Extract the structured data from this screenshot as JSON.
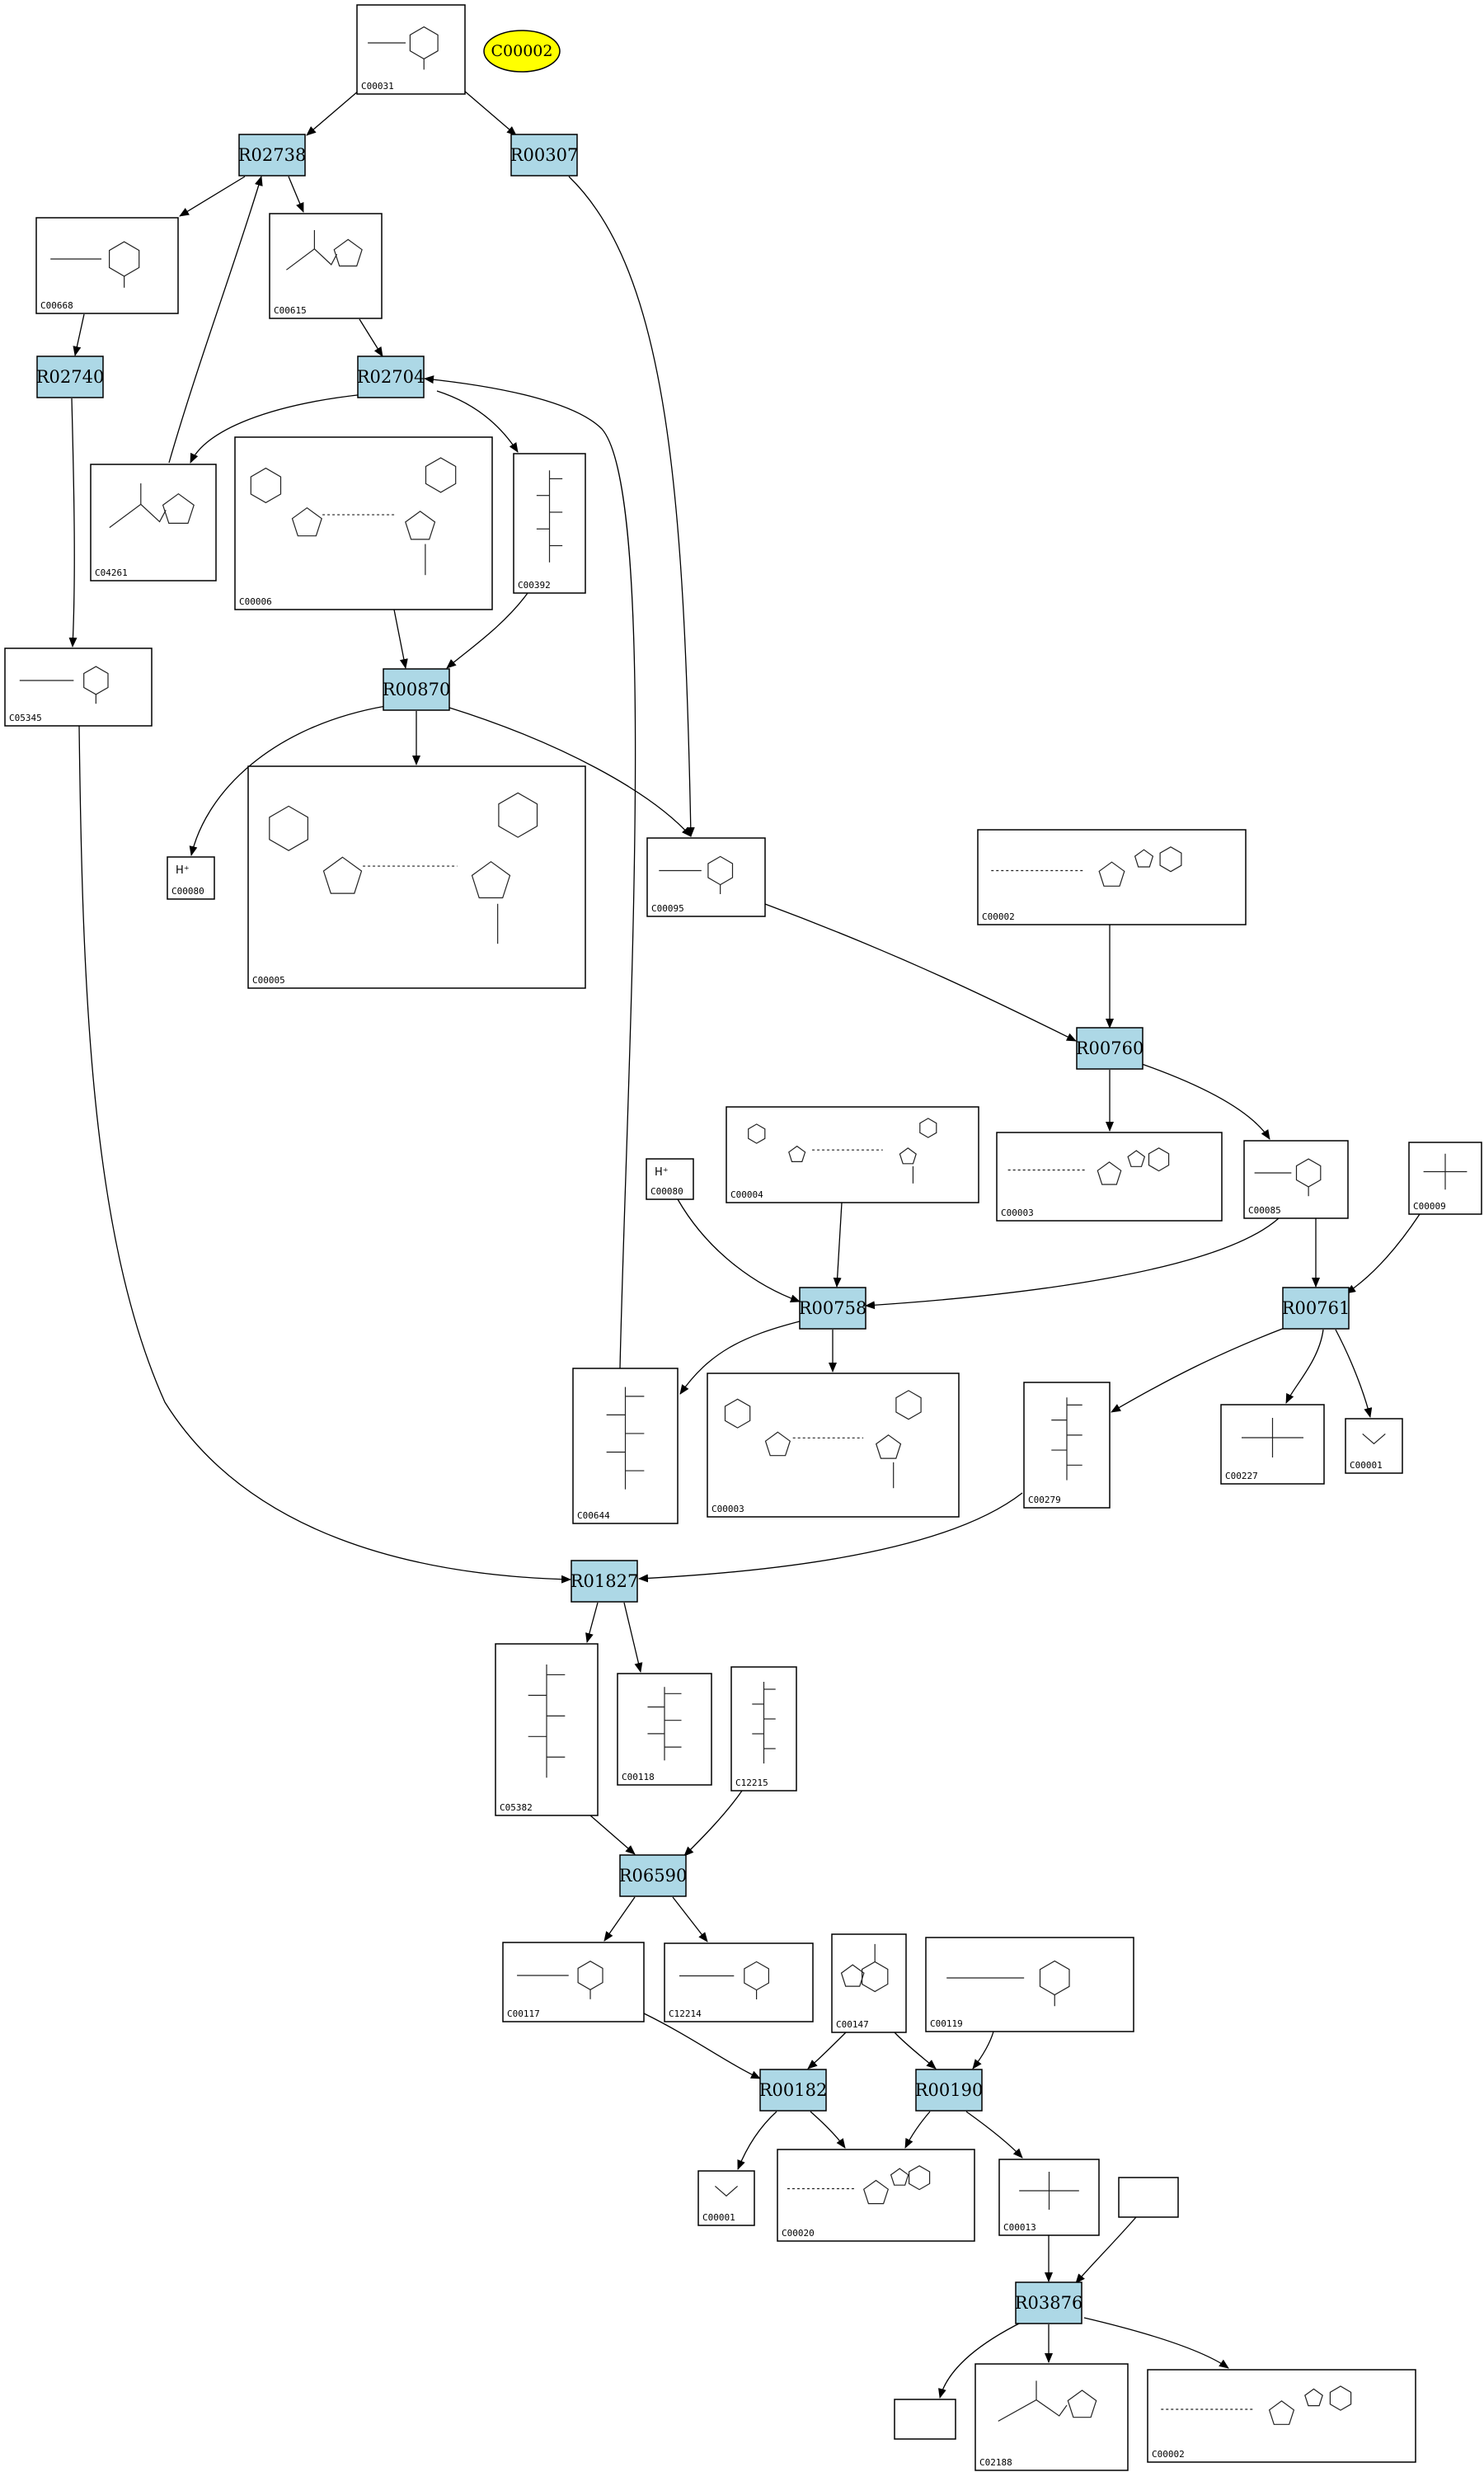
{
  "start_node": {
    "id": "c00002-start",
    "label": "C00002"
  },
  "reactions": [
    {
      "id": "R02738",
      "label": "R02738"
    },
    {
      "id": "R00307",
      "label": "R00307"
    },
    {
      "id": "R02740",
      "label": "R02740"
    },
    {
      "id": "R02704",
      "label": "R02704"
    },
    {
      "id": "R00870",
      "label": "R00870"
    },
    {
      "id": "R00760",
      "label": "R00760"
    },
    {
      "id": "R00758",
      "label": "R00758"
    },
    {
      "id": "R00761",
      "label": "R00761"
    },
    {
      "id": "R01827",
      "label": "R01827"
    },
    {
      "id": "R06590",
      "label": "R06590"
    },
    {
      "id": "R00182",
      "label": "R00182"
    },
    {
      "id": "R00190",
      "label": "R00190"
    },
    {
      "id": "R03876",
      "label": "R03876"
    }
  ],
  "compounds": [
    {
      "id": "c00031",
      "cid": "C00031",
      "mol": "ring"
    },
    {
      "id": "c00668",
      "cid": "C00668",
      "mol": "ring"
    },
    {
      "id": "c00615",
      "cid": "C00615",
      "mol": "imidazole"
    },
    {
      "id": "c04261",
      "cid": "C04261",
      "mol": "imidazole"
    },
    {
      "id": "c00006",
      "cid": "C00006",
      "mol": "dinucleotide"
    },
    {
      "id": "c00392",
      "cid": "C00392",
      "mol": "chain"
    },
    {
      "id": "c05345",
      "cid": "C05345",
      "mol": "ring"
    },
    {
      "id": "c00080a",
      "cid": "C00080",
      "mol": "label",
      "label": "H⁺"
    },
    {
      "id": "c00005",
      "cid": "C00005",
      "mol": "dinucleotide"
    },
    {
      "id": "c00095",
      "cid": "C00095",
      "mol": "ring"
    },
    {
      "id": "c00002a",
      "cid": "C00002",
      "mol": "nucleotide"
    },
    {
      "id": "c00003a",
      "cid": "C00003",
      "mol": "nucleotide"
    },
    {
      "id": "c00085",
      "cid": "C00085",
      "mol": "ring"
    },
    {
      "id": "c00009",
      "cid": "C00009",
      "mol": "phosphate"
    },
    {
      "id": "c00080b",
      "cid": "C00080",
      "mol": "label",
      "label": "H⁺"
    },
    {
      "id": "c00004",
      "cid": "C00004",
      "mol": "dinucleotide"
    },
    {
      "id": "c00644",
      "cid": "C00644",
      "mol": "chain"
    },
    {
      "id": "c00003b",
      "cid": "C00003",
      "mol": "dinucleotide"
    },
    {
      "id": "c00279",
      "cid": "C00279",
      "mol": "chain"
    },
    {
      "id": "c00227",
      "cid": "C00227",
      "mol": "phosphate"
    },
    {
      "id": "c00001a",
      "cid": "C00001",
      "mol": "water"
    },
    {
      "id": "c05382",
      "cid": "C05382",
      "mol": "chain"
    },
    {
      "id": "c00118",
      "cid": "C00118",
      "mol": "chain"
    },
    {
      "id": "c12215",
      "cid": "C12215",
      "mol": "chain"
    },
    {
      "id": "c00117",
      "cid": "C00117",
      "mol": "ring"
    },
    {
      "id": "c12214",
      "cid": "C12214",
      "mol": "ring"
    },
    {
      "id": "c00147",
      "cid": "C00147",
      "mol": "purine"
    },
    {
      "id": "c00119",
      "cid": "C00119",
      "mol": "ring"
    },
    {
      "id": "c00001b",
      "cid": "C00001",
      "mol": "water"
    },
    {
      "id": "c00020",
      "cid": "C00020",
      "mol": "nucleotide"
    },
    {
      "id": "c00013",
      "cid": "C00013",
      "mol": "phosphate"
    },
    {
      "id": "blank1",
      "cid": "",
      "mol": "none"
    },
    {
      "id": "blank2",
      "cid": "",
      "mol": "none"
    },
    {
      "id": "c02188",
      "cid": "C02188",
      "mol": "imidazole"
    },
    {
      "id": "c00002b",
      "cid": "C00002",
      "mol": "nucleotide"
    }
  ],
  "edges": [
    [
      "c00031",
      "R02738"
    ],
    [
      "c00031",
      "R00307"
    ],
    [
      "R02738",
      "c00668"
    ],
    [
      "R02738",
      "c00615"
    ],
    [
      "c00668",
      "R02740"
    ],
    [
      "c00615",
      "R02704"
    ],
    [
      "c04261",
      "R02738"
    ],
    [
      "R02704",
      "c04261"
    ],
    [
      "R02704",
      "c00392"
    ],
    [
      "c00006",
      "R00870"
    ],
    [
      "c00392",
      "R00870"
    ],
    [
      "R02740",
      "c05345"
    ],
    [
      "R00870",
      "c00080a"
    ],
    [
      "R00870",
      "c00005"
    ],
    [
      "R00870",
      "c00095"
    ],
    [
      "R00307",
      "c00095"
    ],
    [
      "c00095",
      "R00760"
    ],
    [
      "c00002a",
      "R00760"
    ],
    [
      "R00760",
      "c00003a"
    ],
    [
      "R00760",
      "c00085"
    ],
    [
      "c00080b",
      "R00758"
    ],
    [
      "c00004",
      "R00758"
    ],
    [
      "c00085",
      "R00758"
    ],
    [
      "c00085",
      "R00761"
    ],
    [
      "c00009",
      "R00761"
    ],
    [
      "R00758",
      "c00644"
    ],
    [
      "R00758",
      "c00003b"
    ],
    [
      "c00644",
      "R02704"
    ],
    [
      "R00761",
      "c00279"
    ],
    [
      "R00761",
      "c00227"
    ],
    [
      "R00761",
      "c00001a"
    ],
    [
      "c05345",
      "R01827"
    ],
    [
      "c00279",
      "R01827"
    ],
    [
      "R01827",
      "c05382"
    ],
    [
      "R01827",
      "c00118"
    ],
    [
      "c05382",
      "R06590"
    ],
    [
      "c12215",
      "R06590"
    ],
    [
      "R06590",
      "c00117"
    ],
    [
      "R06590",
      "c12214"
    ],
    [
      "c00117",
      "R00182"
    ],
    [
      "c00147",
      "R00182"
    ],
    [
      "c00147",
      "R00190"
    ],
    [
      "c00119",
      "R00190"
    ],
    [
      "R00182",
      "c00001b"
    ],
    [
      "R00182",
      "c00020"
    ],
    [
      "R00190",
      "c00020"
    ],
    [
      "R00190",
      "c00013"
    ],
    [
      "c00013",
      "R03876"
    ],
    [
      "blank1",
      "R03876"
    ],
    [
      "R03876",
      "blank2"
    ],
    [
      "R03876",
      "c02188"
    ],
    [
      "R03876",
      "c00002b"
    ]
  ]
}
